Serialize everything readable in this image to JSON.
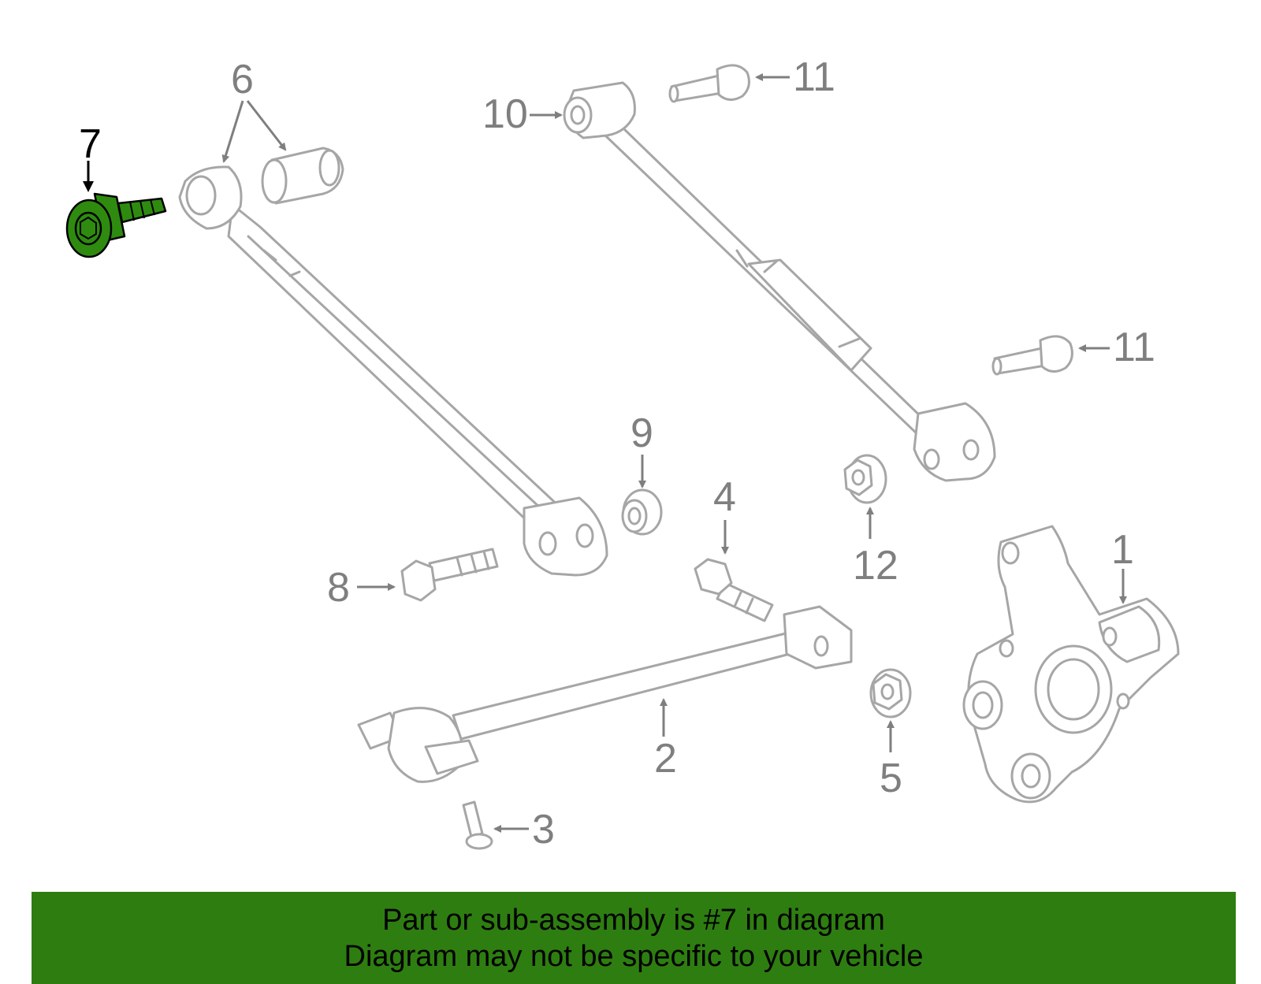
{
  "callouts": {
    "c1": "1",
    "c2": "2",
    "c3": "3",
    "c4": "4",
    "c5": "5",
    "c6": "6",
    "c7": "7",
    "c8": "8",
    "c9": "9",
    "c10": "10",
    "c11a": "11",
    "c11b": "11",
    "c12": "12"
  },
  "banner": {
    "line1": "Part or sub-assembly is #7 in diagram",
    "line2": "Diagram may not be specific to your vehicle"
  },
  "colors": {
    "highlight": "#2e8b10",
    "banner": "#2e7d11",
    "part_outline": "#a6a6a6",
    "callout_text": "#7f7f7f"
  }
}
